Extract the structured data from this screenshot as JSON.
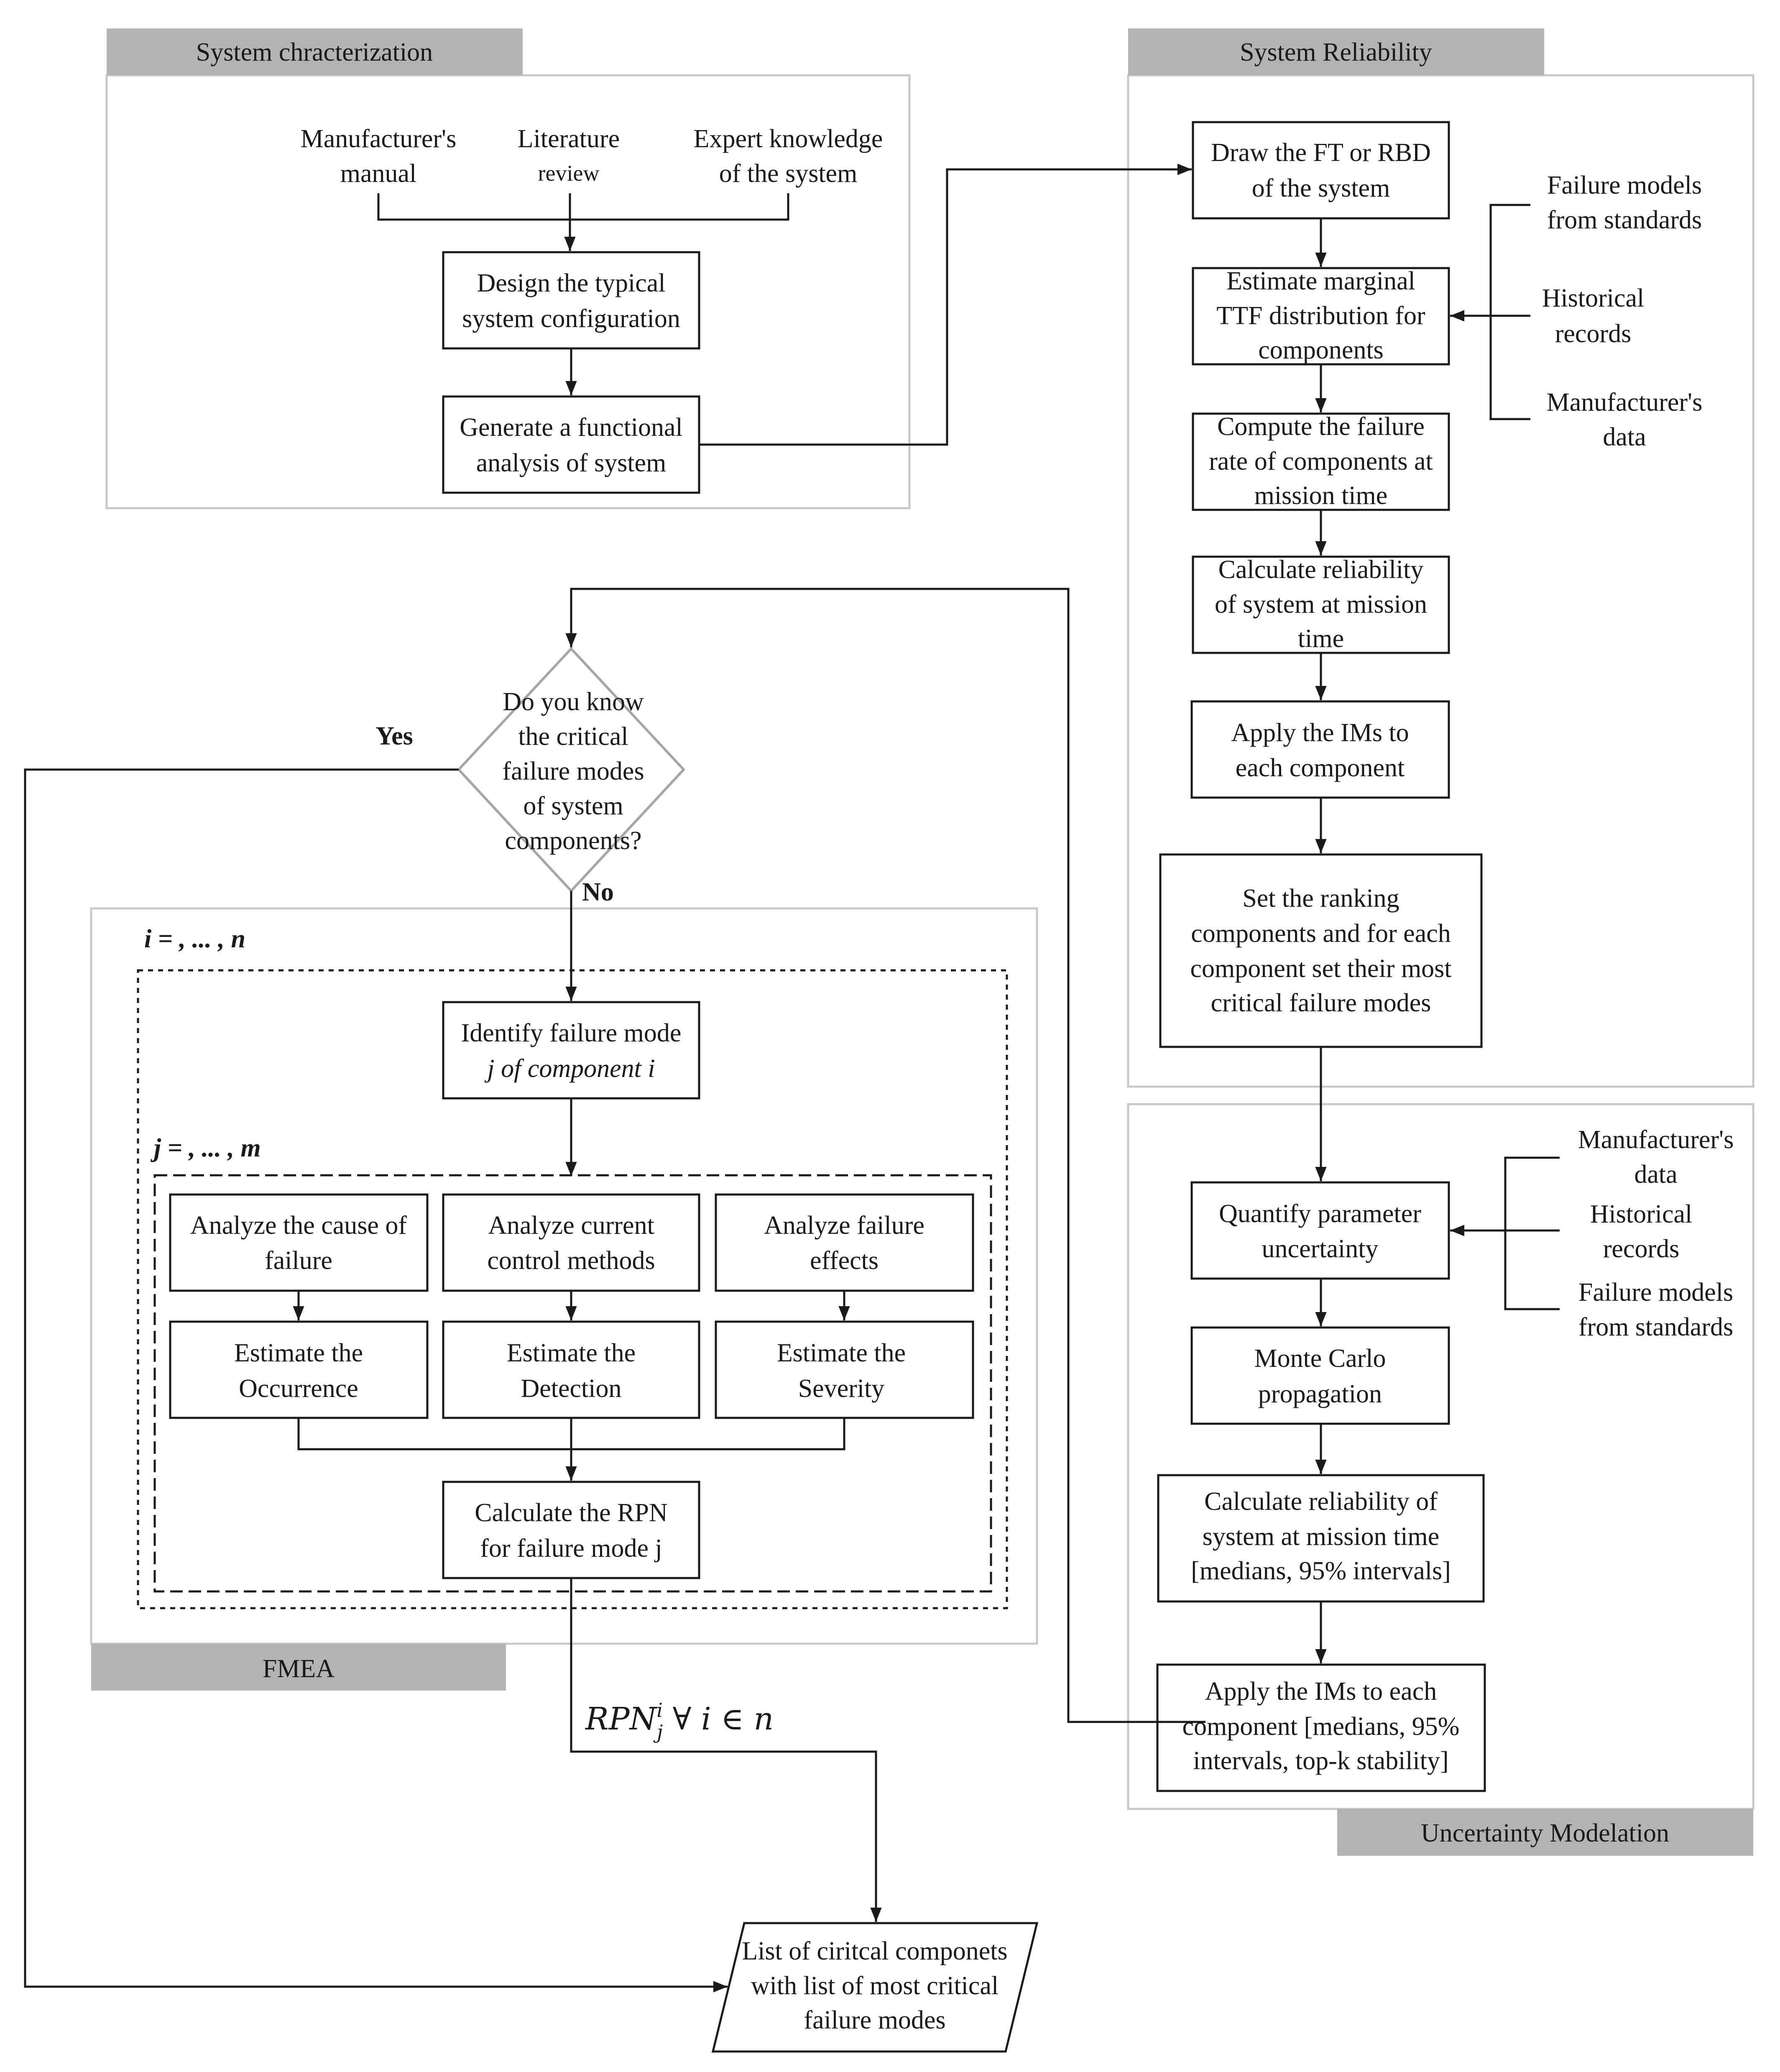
{
  "sections": {
    "system_characterization": "System chracterization",
    "system_reliability": "System Reliability",
    "fmea": "FMEA",
    "uncertainty_modelation": "Uncertainty Modelation"
  },
  "characterization": {
    "src_manual": [
      "Manufacturer's",
      "manual"
    ],
    "src_literature": [
      "Literature",
      "review"
    ],
    "src_expert": [
      "Expert knowledge",
      "of the system"
    ],
    "design_box": [
      "Design the typical",
      "system configuration"
    ],
    "functional_box": [
      "Generate a functional",
      "analysis of system"
    ]
  },
  "reliability": {
    "draw_box": [
      "Draw the FT or RBD",
      "of the system"
    ],
    "estimate_box": [
      "Estimate marginal",
      "TTF distribution for",
      "components"
    ],
    "compute_box": [
      "Compute the failure",
      "rate of components at",
      "mission time"
    ],
    "calc_box": [
      "Calculate reliability",
      "of system at mission",
      "time"
    ],
    "apply_box": [
      "Apply the IMs to",
      "each component"
    ],
    "ranking_box": [
      "Set the ranking",
      "components and for each",
      "component set their most",
      "critical failure modes"
    ],
    "src_failure_models": [
      "Failure models",
      "from standards"
    ],
    "src_historical": [
      "Historical",
      "records"
    ],
    "src_manufacturer": [
      "Manufacturer's",
      "data"
    ]
  },
  "decision": {
    "question": [
      "Do you know",
      "the critical",
      "failure modes",
      "of system",
      "components?"
    ],
    "yes": "Yes",
    "no": "No"
  },
  "fmea": {
    "loop_i": "i = , ... , n",
    "loop_j": "j = , ... , m",
    "identify_box": [
      "Identify failure mode",
      "j of component i"
    ],
    "cause_box": [
      "Analyze the cause of",
      "failure"
    ],
    "control_box": [
      "Analyze current",
      "control methods"
    ],
    "effects_box": [
      "Analyze failure",
      "effects"
    ],
    "occurrence_box": [
      "Estimate the",
      "Occurrence"
    ],
    "detection_box": [
      "Estimate the",
      "Detection"
    ],
    "severity_box": [
      "Estimate the",
      "Severity"
    ],
    "rpn_box": [
      "Calculate the RPN",
      "for failure mode j"
    ],
    "rpn_label": "RPN_j^i ∀ i ∈ n"
  },
  "uncertainty": {
    "quantify_box": [
      "Quantify parameter",
      "uncertainty"
    ],
    "montecarlo_box": [
      "Monte Carlo",
      "propagation"
    ],
    "calc_box": [
      "Calculate reliability of",
      "system at mission time",
      "[medians, 95% intervals]"
    ],
    "apply_box": [
      "Apply the IMs to each",
      "component [medians, 95%",
      "intervals, top-k stability]"
    ],
    "src_manufacturer": [
      "Manufacturer's",
      "data"
    ],
    "src_historical": [
      "Historical",
      "records"
    ],
    "src_failure_models": [
      "Failure models",
      "from standards"
    ]
  },
  "output": {
    "list_box": [
      "List of ciritcal componets",
      "with list of most critical",
      "failure modes"
    ]
  },
  "colors": {
    "header_fill": "#b3b3b3",
    "panel_stroke": "#c8c8c8",
    "line": "#1a1a1a"
  }
}
